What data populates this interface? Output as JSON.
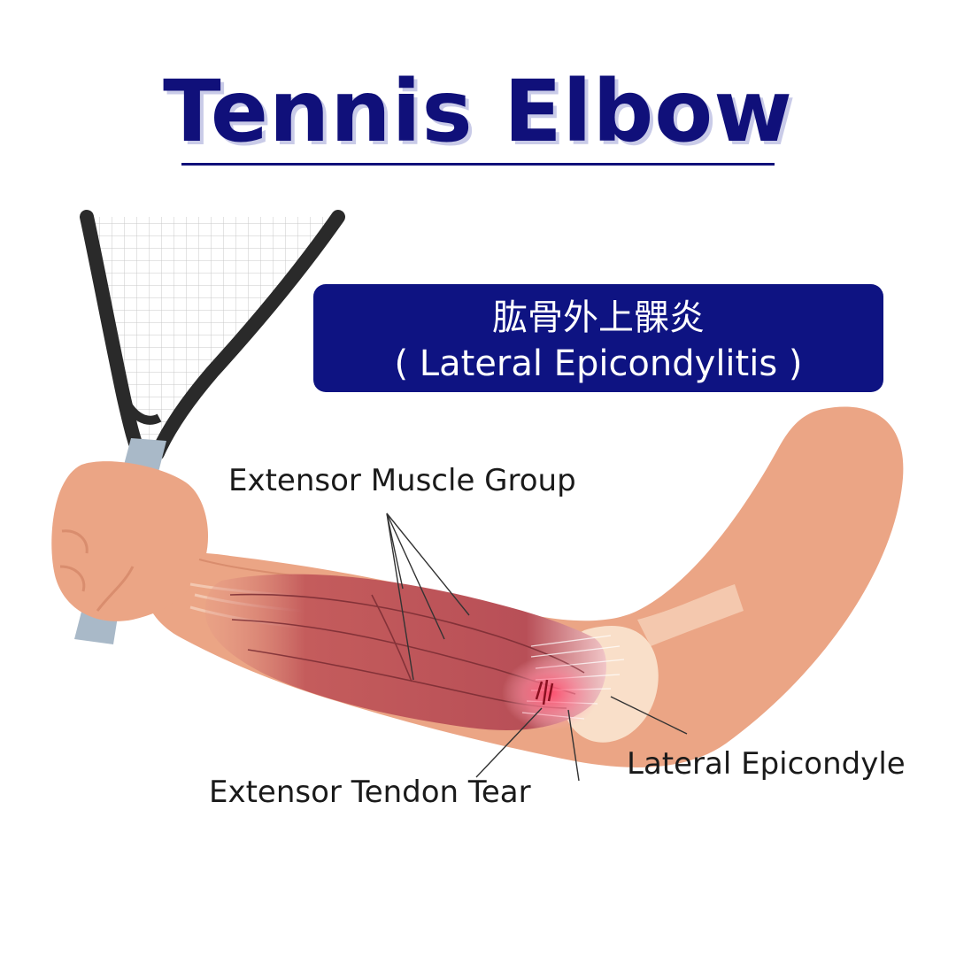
{
  "title": "Tennis Elbow",
  "banner": {
    "line1": "肱骨外上髁炎",
    "line2": "( Lateral Epicondylitis )"
  },
  "labels": {
    "muscle_group": "Extensor Muscle Group",
    "tendon_tear": "Extensor Tendon Tear",
    "epicondyle": "Lateral Epicondyle"
  },
  "colors": {
    "title": "#10107a",
    "banner": "#0e1382",
    "skin": "#eba585",
    "muscle": "#bf5a5a",
    "racket": "#2a2a2a",
    "grip": "#a9b9c8"
  }
}
